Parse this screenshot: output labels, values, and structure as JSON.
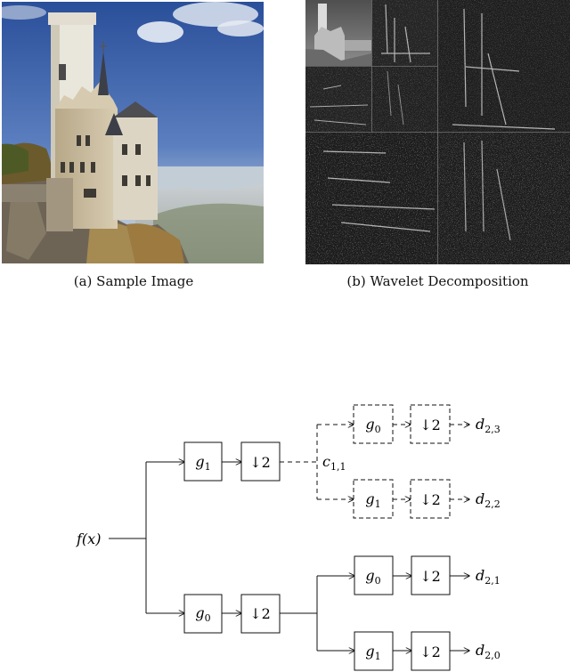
{
  "figure": {
    "subfigures": [
      {
        "id": "a",
        "caption": "(a) Sample Image"
      },
      {
        "id": "b",
        "caption": "(b) Wavelet Decomposition"
      }
    ]
  },
  "filter_bank": {
    "input_label": "f(x)",
    "downsample_label": "↓2",
    "intermediate_label": "c",
    "intermediate_sub": "1,1",
    "filters": [
      {
        "id": "top-g1",
        "name": "g",
        "sub": "1"
      },
      {
        "id": "top-down",
        "name": "↓2"
      },
      {
        "id": "bottom-g0",
        "name": "g",
        "sub": "0"
      },
      {
        "id": "bottom-down",
        "name": "↓2"
      },
      {
        "id": "dash-g0",
        "name": "g",
        "sub": "0"
      },
      {
        "id": "dash-down-1",
        "name": "↓2"
      },
      {
        "id": "dash-g1",
        "name": "g",
        "sub": "1"
      },
      {
        "id": "dash-down-2",
        "name": "↓2"
      },
      {
        "id": "solid-g0",
        "name": "g",
        "sub": "0"
      },
      {
        "id": "solid-down-1",
        "name": "↓2"
      },
      {
        "id": "solid-g1",
        "name": "g",
        "sub": "1"
      },
      {
        "id": "solid-down-2",
        "name": "↓2"
      }
    ],
    "outputs": [
      {
        "id": "d23",
        "name": "d",
        "sub": "2,3"
      },
      {
        "id": "d22",
        "name": "d",
        "sub": "2,2"
      },
      {
        "id": "d21",
        "name": "d",
        "sub": "2,1"
      },
      {
        "id": "d20",
        "name": "d",
        "sub": "2,0"
      }
    ]
  }
}
